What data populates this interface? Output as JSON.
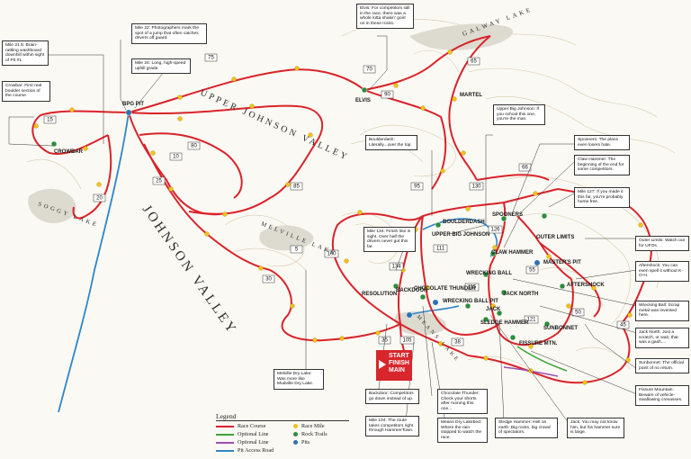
{
  "regions": {
    "johnson_valley": "JOHNSON VALLEY",
    "upper_johnson_valley": "UPPER JOHNSON VALLEY",
    "galway_lake": "GALWAY LAKE",
    "soggy_lake": "SOGGY LAKE",
    "melville_lake": "MELVILLE LAKE",
    "means_lake": "MEANS LAKE"
  },
  "places": {
    "bpg_pit": "BPG PIT",
    "crowbar": "CROWBAR",
    "elvis": "ELVIS",
    "martel": "MARTEL",
    "boulderdash": "BOULDERDASH",
    "upper_big_johnson": "UPPER BIG JOHNSON",
    "spooners": "SPOONERS",
    "outer_limits": "OUTER LIMITS",
    "claw_hammer": "CLAW HAMMER",
    "masters_pit": "MASTER'S PIT",
    "wrecking_ball": "WRECKING BALL",
    "aftershock": "AFTERSHOCK",
    "resolution": "RESOLUTION",
    "backdoor": "BACKDOOR",
    "chocolate_thunder": "CHOCOLATE THUNDER",
    "wrecking_ball_pit": "WRECKING BALL PIT",
    "jack_north": "JACK NORTH",
    "jack": "JACK",
    "sledge_hammer": "SLEDGE HAMMER",
    "sunbonnet": "SUNBONNET",
    "fissure_mtn": "FISSURE MTN."
  },
  "miles": [
    "15",
    "20",
    "75",
    "80",
    "10",
    "25",
    "70",
    "90",
    "65",
    "85",
    "5",
    "30",
    "100",
    "134",
    "95",
    "111",
    "130",
    "126",
    "115",
    "66",
    "121",
    "55",
    "50",
    "45",
    "38",
    "35",
    "105"
  ],
  "start": {
    "line1": "START",
    "line2": "FINISH",
    "line3": "MAIN"
  },
  "callouts": {
    "elvis": "Elvis: For competitors still in the race, there was a whole lotta shakin' goin' on in these rocks.",
    "mile22": "Mile 22: Photographers mark the spot of a jump that often catches drivers off guard.",
    "mile24": "Mile 24: Long, high-speed uphill grade.",
    "mile215": "Mile 21.5: Brain-rattling washboard downhill within sight of Pit #1.",
    "crowbar": "Crowbar: First real boulder section of the course.",
    "upper_big_johnson": "Upper Big Johnson: If you school this one, you're the man.",
    "boulderdash": "Boulderdash: Literally...over the top.",
    "spooners": "Spooners: The place even losers hate.",
    "claw_hammer": "Claw Hammer: The beginning of the end for some competitors.",
    "mile127": "Mile 127: If you made it this far, you're probably home free.",
    "mile134": "Mile 134: Finish line in sight. Over half the drivers never got this far.",
    "outer_limits": "Outer Limits: Watch out for UFOs.",
    "aftershock": "Aftershock: You can even spell it without K-O-H.",
    "wrecking_ball": "Wrecking Ball: Scrap metal was invented here.",
    "jack_north": "Jack North: Just a scratch, or wait, that was a gash....",
    "sunbonnet": "Sunbonnet: The official point of no return.",
    "fissure": "Fissure Mountain: Beware of vehicle-swallowing crevasses.",
    "melville": "Melville Dry Lake: Was more like Mudville Dry Lake.",
    "backdoor": "Backdoor: Competitors go down instead of up.",
    "mile104": "Mile 104: The route takes competitors right through HammerTown.",
    "chocolate_thunder": "Chocolate Thunder: Check your shorts after running this one...",
    "means": "Means Dry Lakebed: Where the rain stopped to watch the race.",
    "sledge": "Sledge Hammer: Hell on earth. Big rocks, big crowd of spectators.",
    "jack": "Jack: You may not know him, but his hammer sure is large."
  },
  "legend": {
    "title": "Legend",
    "race_course": "Race Course",
    "optional_line_green": "Optional Line",
    "optional_line_purple": "Optional Line",
    "pit_access": "Pit Access Road",
    "race_mile": "Race Mile",
    "rock_trails": "Rock Trails",
    "pits": "Pits"
  },
  "colors": {
    "course": "#d9232a",
    "optional_green": "#3aa53a",
    "optional_purple": "#9b4fb3",
    "pit_access": "#2f86c8",
    "race_mile": "#f2c21a",
    "rock_trail": "#2d8c3c",
    "pit": "#2f6fb5"
  }
}
